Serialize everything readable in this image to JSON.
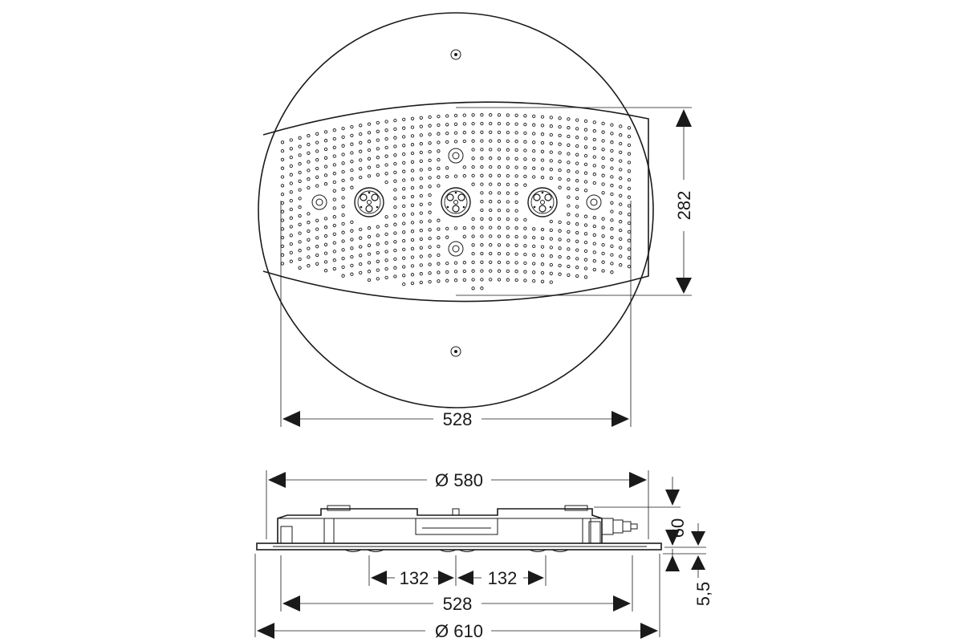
{
  "drawing": {
    "top_view": {
      "height_dim": "282",
      "width_dim": "528"
    },
    "side_view": {
      "outer_diameter_dim": "Ø 580",
      "inner_width_dim": "528",
      "base_diameter_dim": "Ø 610",
      "left_spacing_dim": "132",
      "right_spacing_dim": "132",
      "height_dim": "60",
      "plate_thickness_dim": "5,5"
    }
  }
}
